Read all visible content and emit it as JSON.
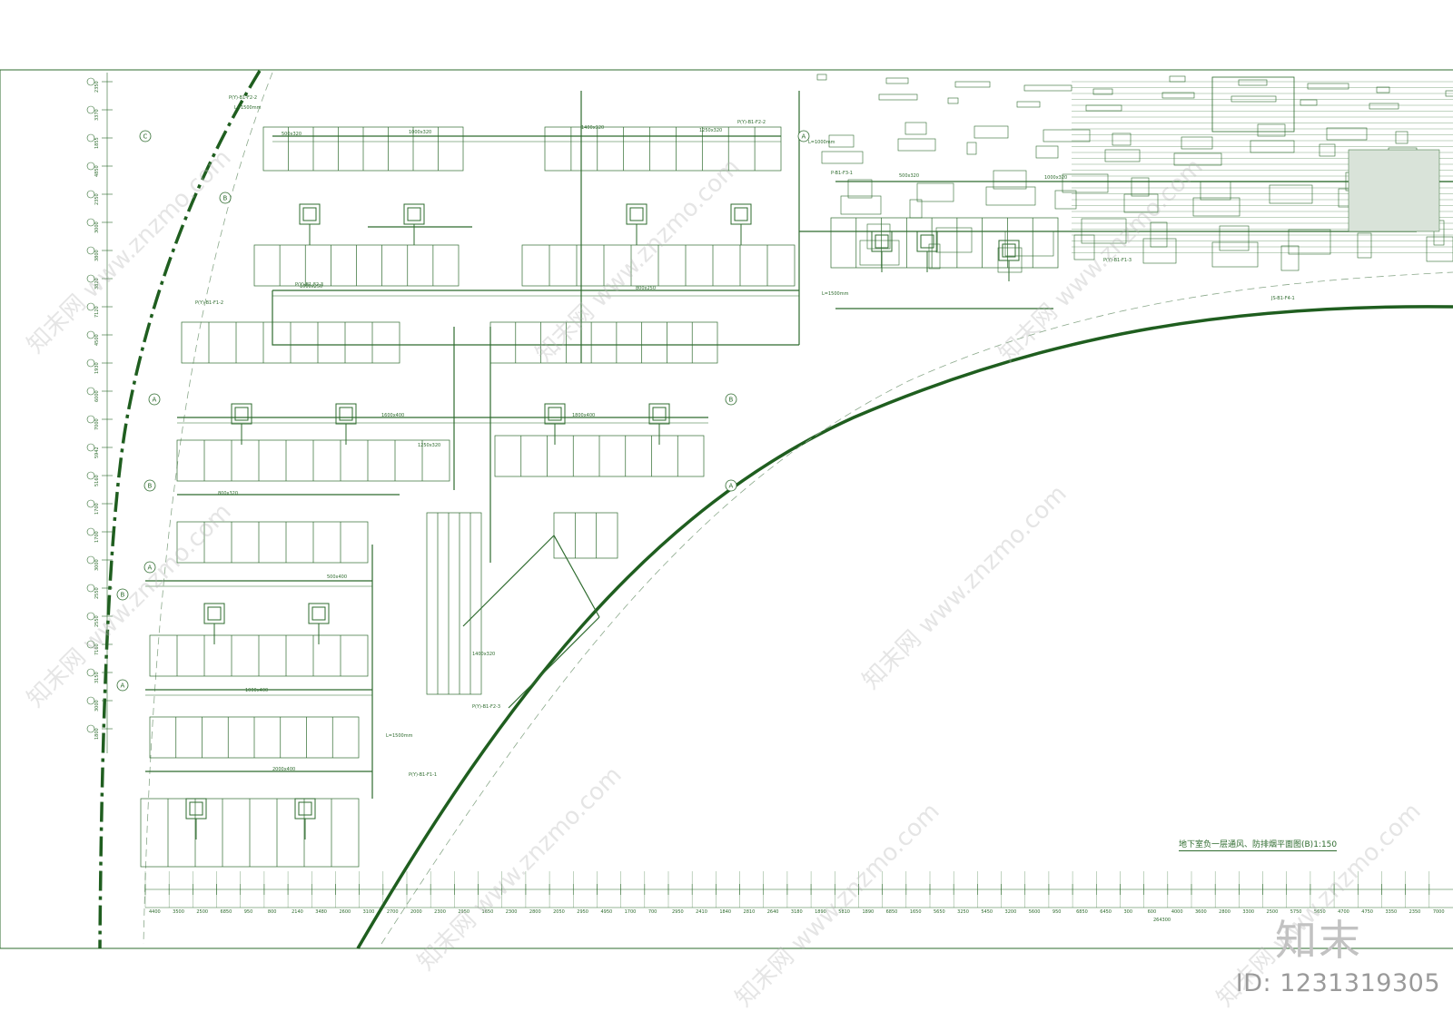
{
  "drawing": {
    "title": "地下室负一层通风、防排烟平面图(B)1:150",
    "line_color": "#2e6b2e",
    "curve_color": "#1f5e1f",
    "dims_bottom": [
      "4400",
      "3500",
      "2500",
      "6850",
      "950",
      "800",
      "2140",
      "3480",
      "2600",
      "3100",
      "2700",
      "2000",
      "2300",
      "2950",
      "1650",
      "2300",
      "2800",
      "2050",
      "2950",
      "4950",
      "1700",
      "700",
      "2950",
      "2410",
      "1840",
      "2810",
      "2640",
      "3180",
      "1890",
      "5810",
      "1890",
      "6850",
      "1650",
      "5650",
      "3250",
      "5450",
      "3200",
      "5600",
      "950",
      "6850",
      "6450",
      "300",
      "600",
      "4000",
      "3600",
      "2800",
      "3300",
      "2500",
      "5750",
      "5650",
      "4700",
      "4750",
      "3350",
      "2350",
      "7000"
    ],
    "dims_left": [
      "2350",
      "3370",
      "1855",
      "4850",
      "2350",
      "3000",
      "3800",
      "3820",
      "7120",
      "4500",
      "1930",
      "6000",
      "7000",
      "5942",
      "5160",
      "1700",
      "1700",
      "3000",
      "2550",
      "2550",
      "7160",
      "3150",
      "3000",
      "1800"
    ],
    "axis_labels": [
      "B",
      "A",
      "B",
      "A",
      "B",
      "A",
      "B",
      "A",
      "C",
      "A"
    ],
    "duct_sizes": [
      "500x320",
      "1000x320",
      "1400x320",
      "1250x320",
      "1000x250",
      "800x250",
      "1600x400",
      "1800x400",
      "800x320",
      "500x400",
      "1000x400",
      "2000x400"
    ],
    "equipment_tags": [
      "P(Y)-B1-F2-2",
      "P(Y)-B1-F2-3",
      "P(Y)-B1-F1-2",
      "P(Y)-B1-F1-1",
      "P(Y)-B1-F1-3",
      "P-B1-F3-1",
      "JS-B1-F4-1"
    ],
    "length_notes": [
      "L=1500mm",
      "L=1000mm",
      "L=1500mm",
      "L=1500mm"
    ],
    "total_dim": "264300"
  },
  "watermark": {
    "id_text": "ID: 1231319305",
    "logo_text": "知末",
    "site_text": "知末网 www.znzmo.com"
  }
}
